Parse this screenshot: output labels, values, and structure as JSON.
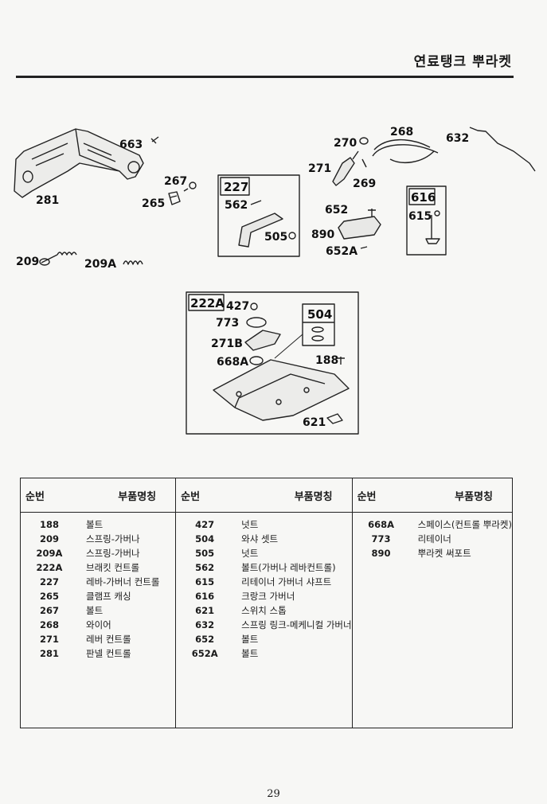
{
  "header": {
    "title": "연료탱크 뿌라켓"
  },
  "diagram": {
    "callouts": {
      "p663": "663",
      "p281": "281",
      "p267": "267",
      "p265": "265",
      "p209": "209",
      "p209A": "209A",
      "p227": "227",
      "p562": "562",
      "p505": "505",
      "p270": "270",
      "p268": "268",
      "p632": "632",
      "p271": "271",
      "p269": "269",
      "p652": "652",
      "p890": "890",
      "p652A": "652A",
      "p616": "616",
      "p615": "615",
      "p222A": "222A",
      "p427": "427",
      "p773": "773",
      "p271B": "271B",
      "p668A": "668A",
      "p504": "504",
      "p188": "188",
      "p621": "621"
    }
  },
  "table": {
    "header_num": "순번",
    "header_name": "부품명칭",
    "columns": [
      [
        {
          "num": "188",
          "name": "볼트"
        },
        {
          "num": "209",
          "name": "스프링-가버나"
        },
        {
          "num": "209A",
          "name": "스프링-가버나"
        },
        {
          "num": "222A",
          "name": "브래킷 컨트롤"
        },
        {
          "num": "227",
          "name": "레바-가버너 컨트롤"
        },
        {
          "num": "265",
          "name": "클램프 캐싱"
        },
        {
          "num": "267",
          "name": "볼트"
        },
        {
          "num": "268",
          "name": "와이어"
        },
        {
          "num": "271",
          "name": "레버 컨트롤"
        },
        {
          "num": "281",
          "name": "판넬 컨트롤"
        }
      ],
      [
        {
          "num": "427",
          "name": "넛트"
        },
        {
          "num": "504",
          "name": "와샤 셋트"
        },
        {
          "num": "505",
          "name": "넛트"
        },
        {
          "num": "562",
          "name": "볼트(가버나 레바컨트롤)"
        },
        {
          "num": "615",
          "name": "리테이너 가버너 샤프트"
        },
        {
          "num": "616",
          "name": "크랑크 가버너"
        },
        {
          "num": "621",
          "name": "스위치 스톱"
        },
        {
          "num": "632",
          "name": "스프링 링크-메케니컬 가버너"
        },
        {
          "num": "652",
          "name": "볼트"
        },
        {
          "num": "652A",
          "name": "볼트"
        }
      ],
      [
        {
          "num": "668A",
          "name": "스페이스(컨트롤 뿌라켓)"
        },
        {
          "num": "773",
          "name": "리테이너"
        },
        {
          "num": "890",
          "name": "뿌라켓 써포트"
        }
      ]
    ]
  },
  "footer": {
    "page_number": "29"
  }
}
